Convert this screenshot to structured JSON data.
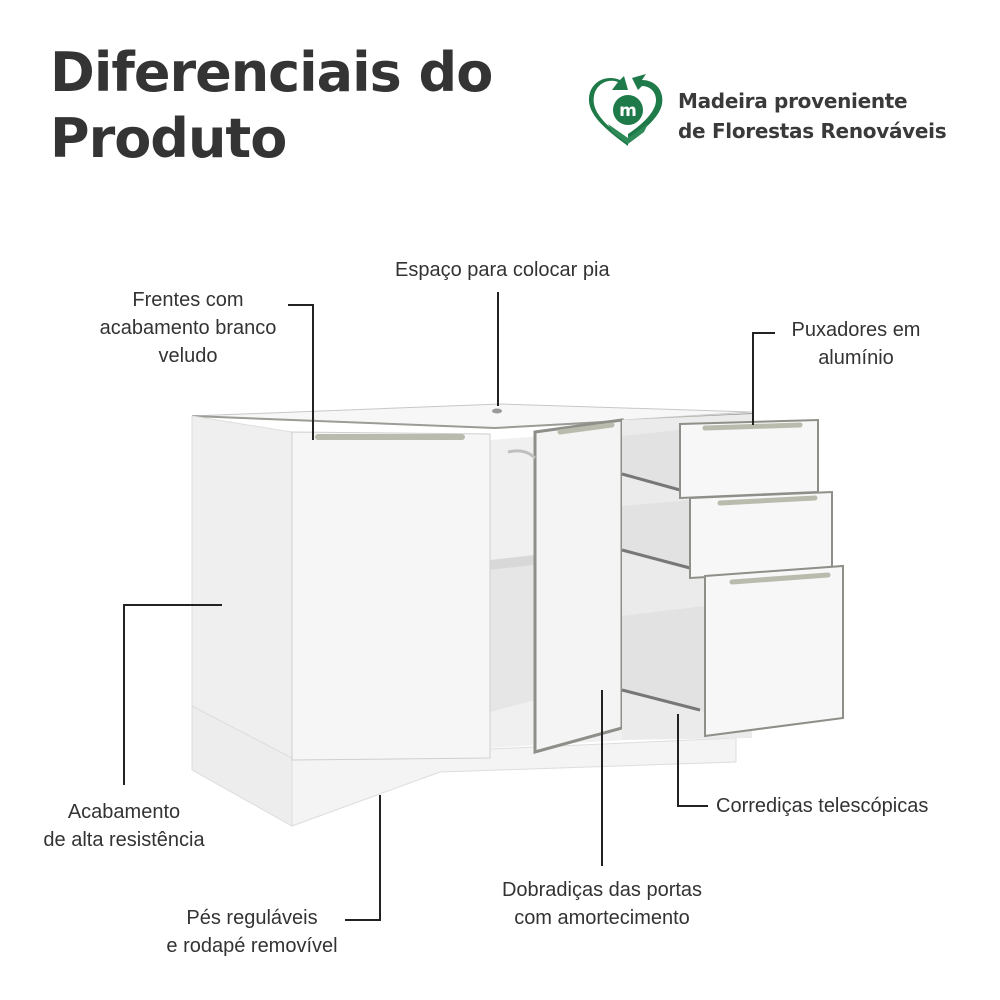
{
  "header": {
    "title_line1": "Diferenciais do",
    "title_line2": "Produto"
  },
  "badge": {
    "logo_letter": "m",
    "line1": "Madeira proveniente",
    "line2": "de Florestas Renováveis",
    "logo_color": "#1f7a4a"
  },
  "callouts": {
    "sink_space": "Espaço para colocar pia",
    "fronts_line1": "Frentes com",
    "fronts_line2": "acabamento branco",
    "fronts_line3": "veludo",
    "handles_line1": "Puxadores em",
    "handles_line2": "alumínio",
    "finish_line1": "Acabamento",
    "finish_line2": "de alta resistência",
    "slides": "Corrediças telescópicas",
    "hinges_line1": "Dobradiças das portas",
    "hinges_line2": "com amortecimento",
    "feet_line1": "Pés reguláveis",
    "feet_line2": "e rodapé removível"
  },
  "colors": {
    "cabinet_white": "#f3f3f3",
    "cabinet_shadow": "#dcdcdc",
    "edge_gray": "#8d8f88",
    "handle": "#b9bcad",
    "callout_line": "#222222"
  }
}
